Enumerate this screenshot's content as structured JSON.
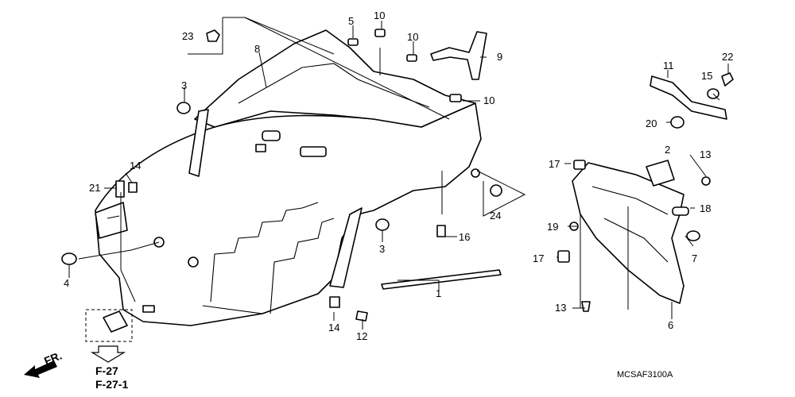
{
  "callouts": [
    "1",
    "2",
    "3",
    "3",
    "4",
    "5",
    "6",
    "7",
    "8",
    "9",
    "10",
    "10",
    "10",
    "11",
    "12",
    "13",
    "13",
    "14",
    "14",
    "15",
    "16",
    "17",
    "17",
    "18",
    "19",
    "20",
    "21",
    "22",
    "23",
    "24"
  ],
  "references": [
    "F-27",
    "F-27-1"
  ],
  "direction_label": "FR.",
  "diagram_code": "MCSAF3100A"
}
